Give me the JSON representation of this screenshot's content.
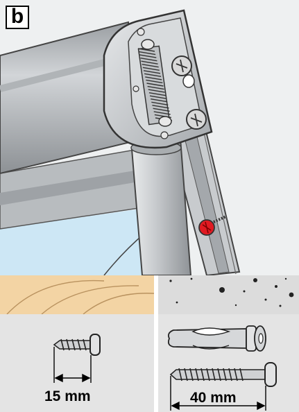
{
  "panel": {
    "label": "b"
  },
  "wood_option": {
    "screw_length": "15 mm"
  },
  "masonry_option": {
    "screw_length": "40 mm"
  },
  "colors": {
    "housing": "#b4b8bb",
    "sky": "#cde7f5",
    "wood": "#f3d4a4",
    "concrete": "#dcdcdc",
    "lower_panel": "#e4e4e4",
    "red_screw": "#e01a22"
  }
}
